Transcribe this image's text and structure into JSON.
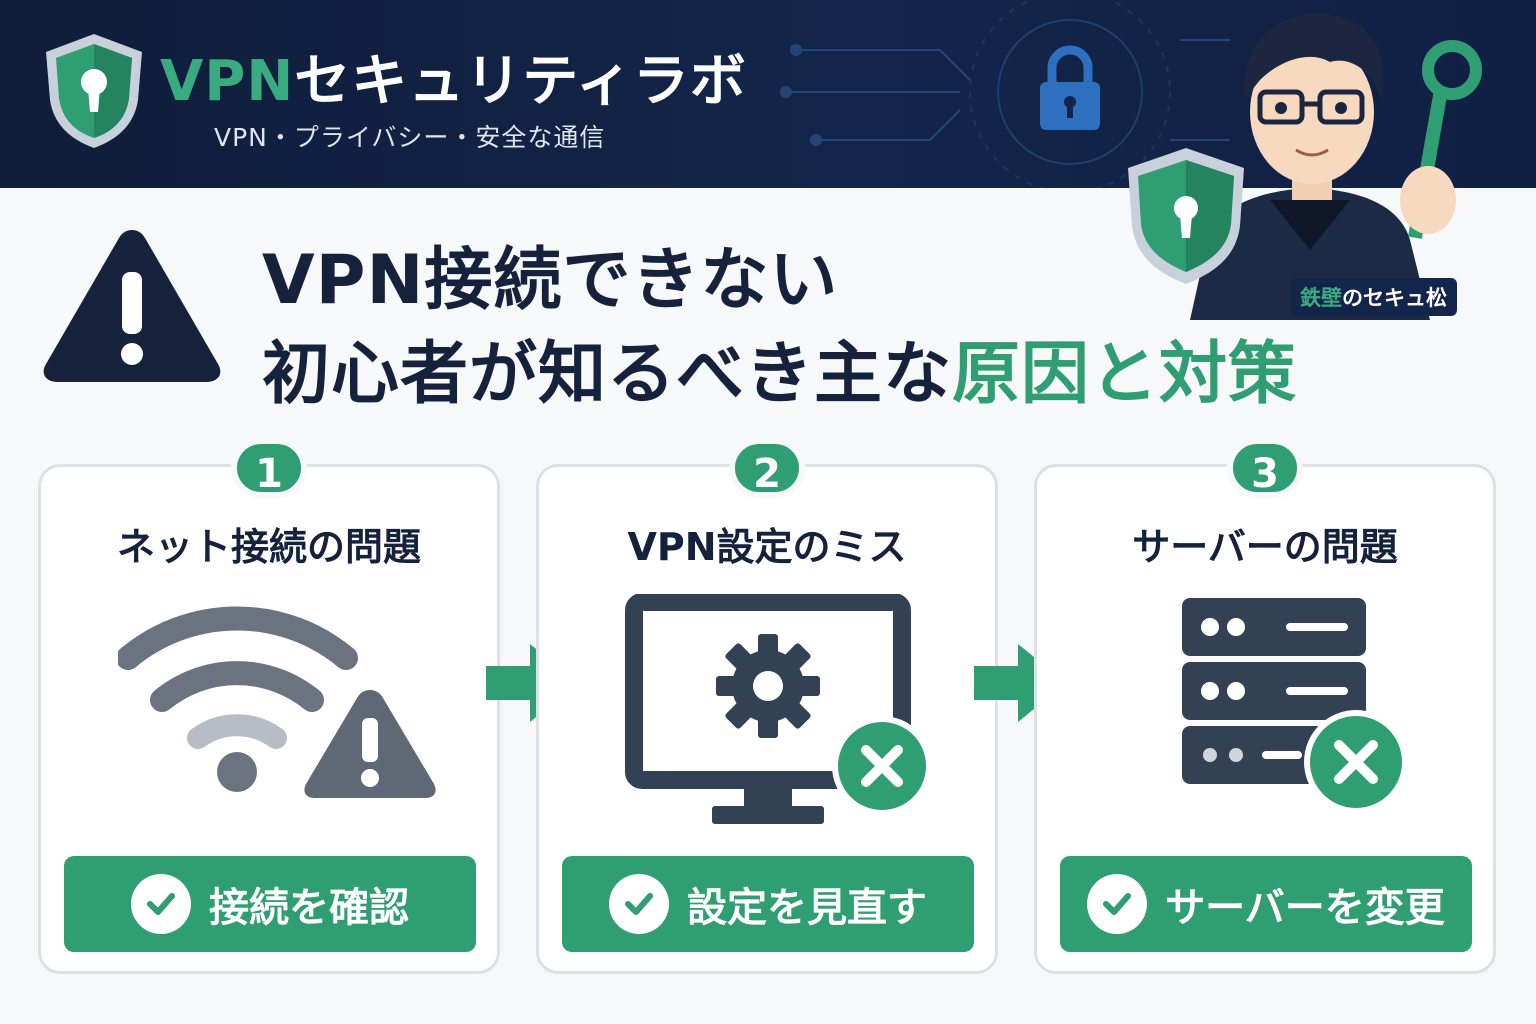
{
  "header": {
    "brand_accent": "VPN",
    "brand_rest": "セキュリティラボ",
    "tagline": "VPN・プライバシー・安全な通信",
    "mascot_name_accent": "鉄壁",
    "mascot_name_rest": "のセキュ松"
  },
  "title": {
    "line1": "VPN接続できない",
    "line2_main": "初心者が知るべき主な",
    "line2_highlight": "原因と対策"
  },
  "steps": [
    {
      "number": "1",
      "title": "ネット接続の問題",
      "action": "接続を確認",
      "icon": "wifi-warning-icon"
    },
    {
      "number": "2",
      "title": "VPN設定のミス",
      "action": "設定を見直す",
      "icon": "monitor-gear-error-icon"
    },
    {
      "number": "3",
      "title": "サーバーの問題",
      "action": "サーバーを変更",
      "icon": "server-error-icon"
    }
  ],
  "colors": {
    "navy": "#13254a",
    "green": "#2f9e72",
    "gray_icon": "#6b7280",
    "dark_icon": "#334155"
  }
}
